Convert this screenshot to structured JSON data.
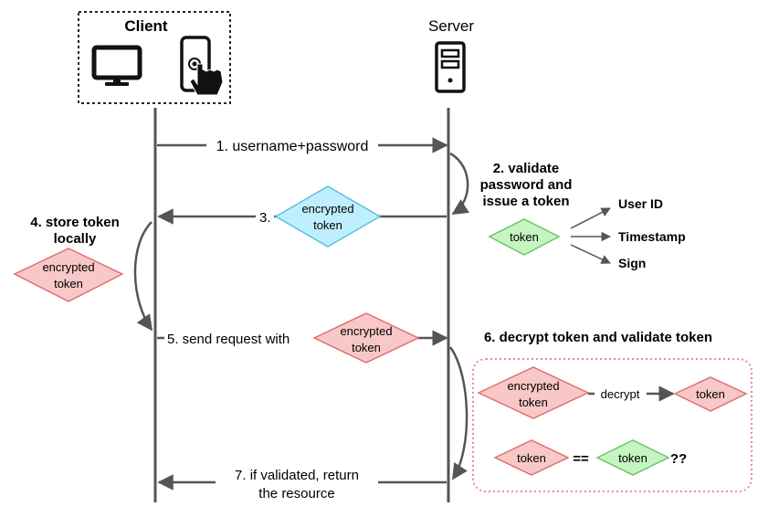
{
  "client": {
    "title": "Client",
    "icons": [
      "desktop-monitor-icon",
      "touch-phone-icon"
    ]
  },
  "server": {
    "title": "Server",
    "icon": "server-tower-icon"
  },
  "steps": {
    "step1": "1. username+password",
    "step2": [
      "2. validate",
      "password and",
      "issue a token"
    ],
    "step3": "3.",
    "step4": [
      "4. store token",
      "locally"
    ],
    "step5": "5. send request with",
    "step6": "6. decrypt token and validate token",
    "step7": [
      "7. if validated, return",
      "the resource"
    ]
  },
  "tokens": {
    "encrypted_line1": "encrypted",
    "encrypted_line2": "token",
    "token": "token"
  },
  "claims": [
    "User ID",
    "Timestamp",
    "Sign"
  ],
  "decrypt": "decrypt",
  "compare": {
    "equals": "==",
    "question": "??"
  },
  "colors": {
    "line": "#555555",
    "blue_fill": "#bfeeff",
    "blue_stroke": "#5bc0e0",
    "red_fill": "#f8c8c8",
    "red_stroke": "#e07070",
    "green_fill": "#c6f5c2",
    "green_stroke": "#6cc56c",
    "box_dash": "#f08a8a"
  }
}
